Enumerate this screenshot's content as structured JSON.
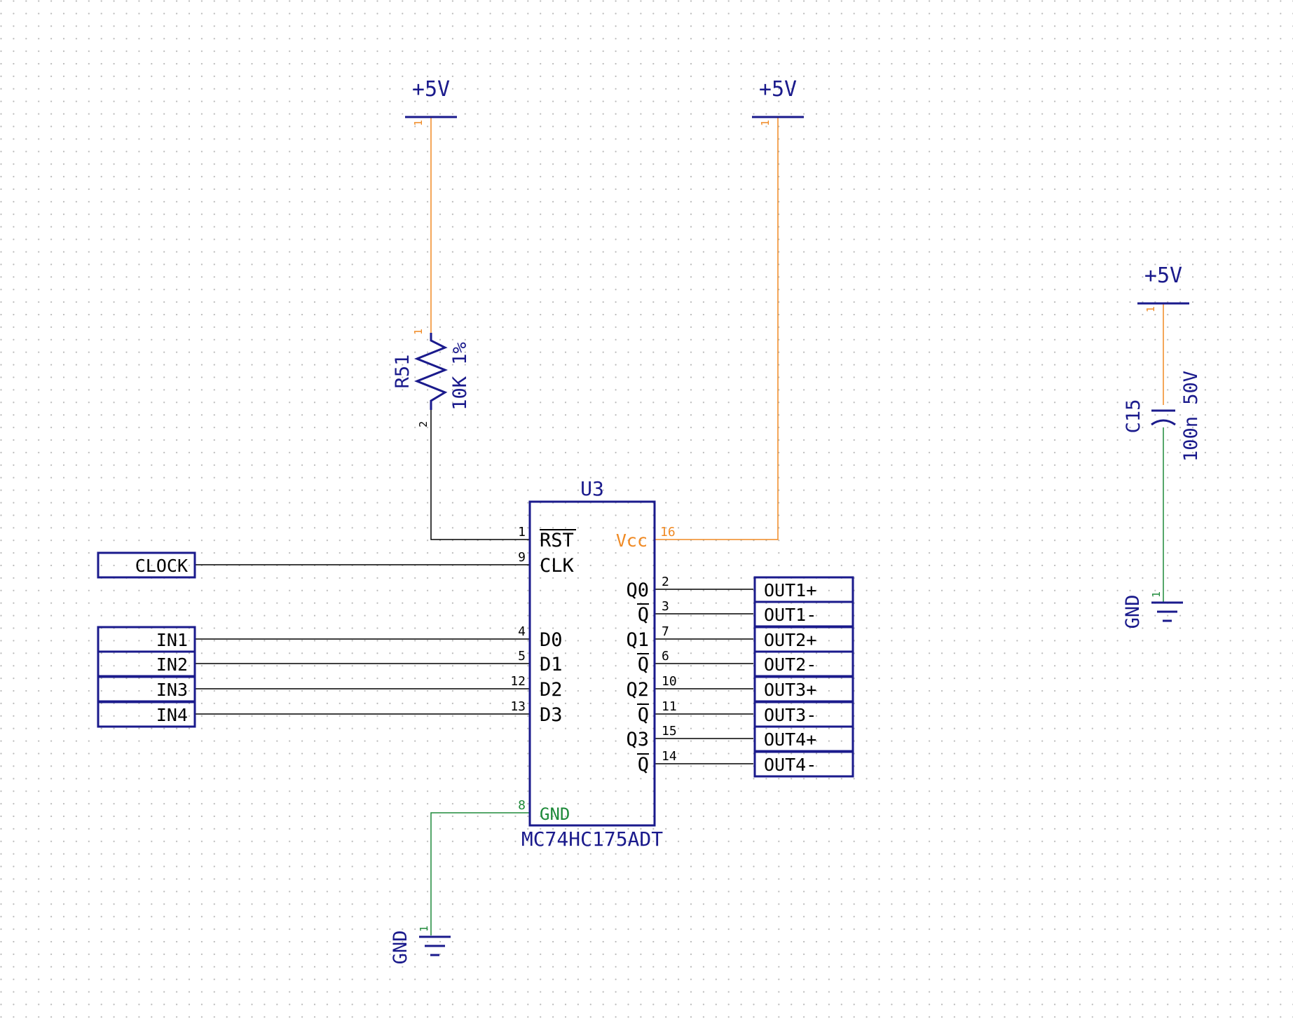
{
  "colors": {
    "component": "#1a1a8c",
    "power_net": "#f08a24",
    "ground_net": "#1e8a3a",
    "signal_net": "#000000",
    "grid_dot": "#b8b8b8"
  },
  "power_symbols": [
    {
      "net": "+5V",
      "pin": "1"
    },
    {
      "net": "+5V",
      "pin": "1"
    },
    {
      "net": "+5V",
      "pin": "1"
    }
  ],
  "ground_symbols": [
    {
      "net": "GND",
      "pin": "1"
    },
    {
      "net": "GND",
      "pin": "1"
    }
  ],
  "resistor": {
    "ref": "R51",
    "value": "10K 1%",
    "pin1": "1",
    "pin2": "2"
  },
  "capacitor": {
    "ref": "C15",
    "value": "100n 50V"
  },
  "ic": {
    "ref": "U3",
    "part": "MC74HC175ADT",
    "left_pins": [
      {
        "num": "1",
        "name": "RST",
        "overbar": true
      },
      {
        "num": "9",
        "name": "CLK"
      },
      {
        "num": "4",
        "name": "D0"
      },
      {
        "num": "5",
        "name": "D1"
      },
      {
        "num": "12",
        "name": "D2"
      },
      {
        "num": "13",
        "name": "D3"
      },
      {
        "num": "8",
        "name": "GND"
      }
    ],
    "vcc_pin": {
      "num": "16",
      "name": "Vcc"
    },
    "right_pins": [
      {
        "num": "2",
        "name": "Q0"
      },
      {
        "num": "3",
        "name": "Q",
        "overbar": true
      },
      {
        "num": "7",
        "name": "Q1"
      },
      {
        "num": "6",
        "name": "Q",
        "overbar": true
      },
      {
        "num": "10",
        "name": "Q2"
      },
      {
        "num": "11",
        "name": "Q",
        "overbar": true
      },
      {
        "num": "15",
        "name": "Q3"
      },
      {
        "num": "14",
        "name": "Q",
        "overbar": true
      }
    ]
  },
  "input_ports": [
    "CLOCK",
    "IN1",
    "IN2",
    "IN3",
    "IN4"
  ],
  "output_ports": [
    "OUT1+",
    "OUT1-",
    "OUT2+",
    "OUT2-",
    "OUT3+",
    "OUT3-",
    "OUT4+",
    "OUT4-"
  ]
}
